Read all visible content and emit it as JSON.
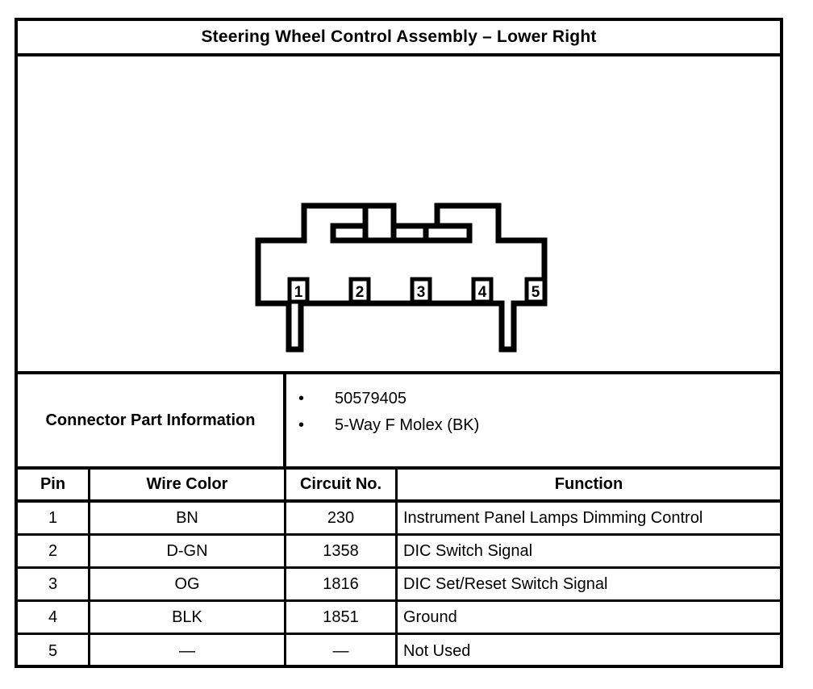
{
  "document": {
    "title": "Steering Wheel Control Assembly – Lower Right"
  },
  "connector_diagram": {
    "pin_labels": [
      "1",
      "2",
      "3",
      "4",
      "5"
    ],
    "pin_count": 5
  },
  "part_information": {
    "label": "Connector Part Information",
    "bullet_glyph": "•",
    "items": [
      "50579405",
      "5-Way F Molex (BK)"
    ]
  },
  "pin_table": {
    "headers": [
      "Pin",
      "Wire Color",
      "Circuit No.",
      "Function"
    ],
    "rows": [
      {
        "pin": "1",
        "wire_color": "BN",
        "circuit_no": "230",
        "function": "Instrument Panel Lamps Dimming Control"
      },
      {
        "pin": "2",
        "wire_color": "D-GN",
        "circuit_no": "1358",
        "function": "DIC Switch Signal"
      },
      {
        "pin": "3",
        "wire_color": "OG",
        "circuit_no": "1816",
        "function": "DIC Set/Reset Switch Signal"
      },
      {
        "pin": "4",
        "wire_color": "BLK",
        "circuit_no": "1851",
        "function": "Ground"
      },
      {
        "pin": "5",
        "wire_color": "—",
        "circuit_no": "—",
        "function": "Not Used"
      }
    ]
  },
  "colors": {
    "ink": "#000000",
    "paper": "#ffffff"
  }
}
